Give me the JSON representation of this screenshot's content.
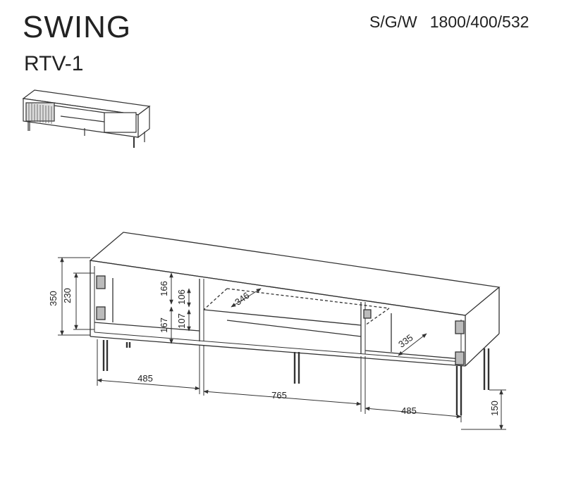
{
  "header": {
    "product_name": "SWING",
    "model_code": "RTV-1",
    "dims_label": "S/G/W",
    "dims_values": "1800/400/532"
  },
  "dimensions": {
    "total_height": "350",
    "body_height": "230",
    "upper_compartment": "166",
    "lower_compartment": "167",
    "shelf_upper": "106",
    "shelf_lower": "107",
    "middle_depth": "346",
    "side_depth": "335",
    "left_width": "485",
    "middle_width": "765",
    "right_width": "485",
    "leg_height": "150"
  }
}
